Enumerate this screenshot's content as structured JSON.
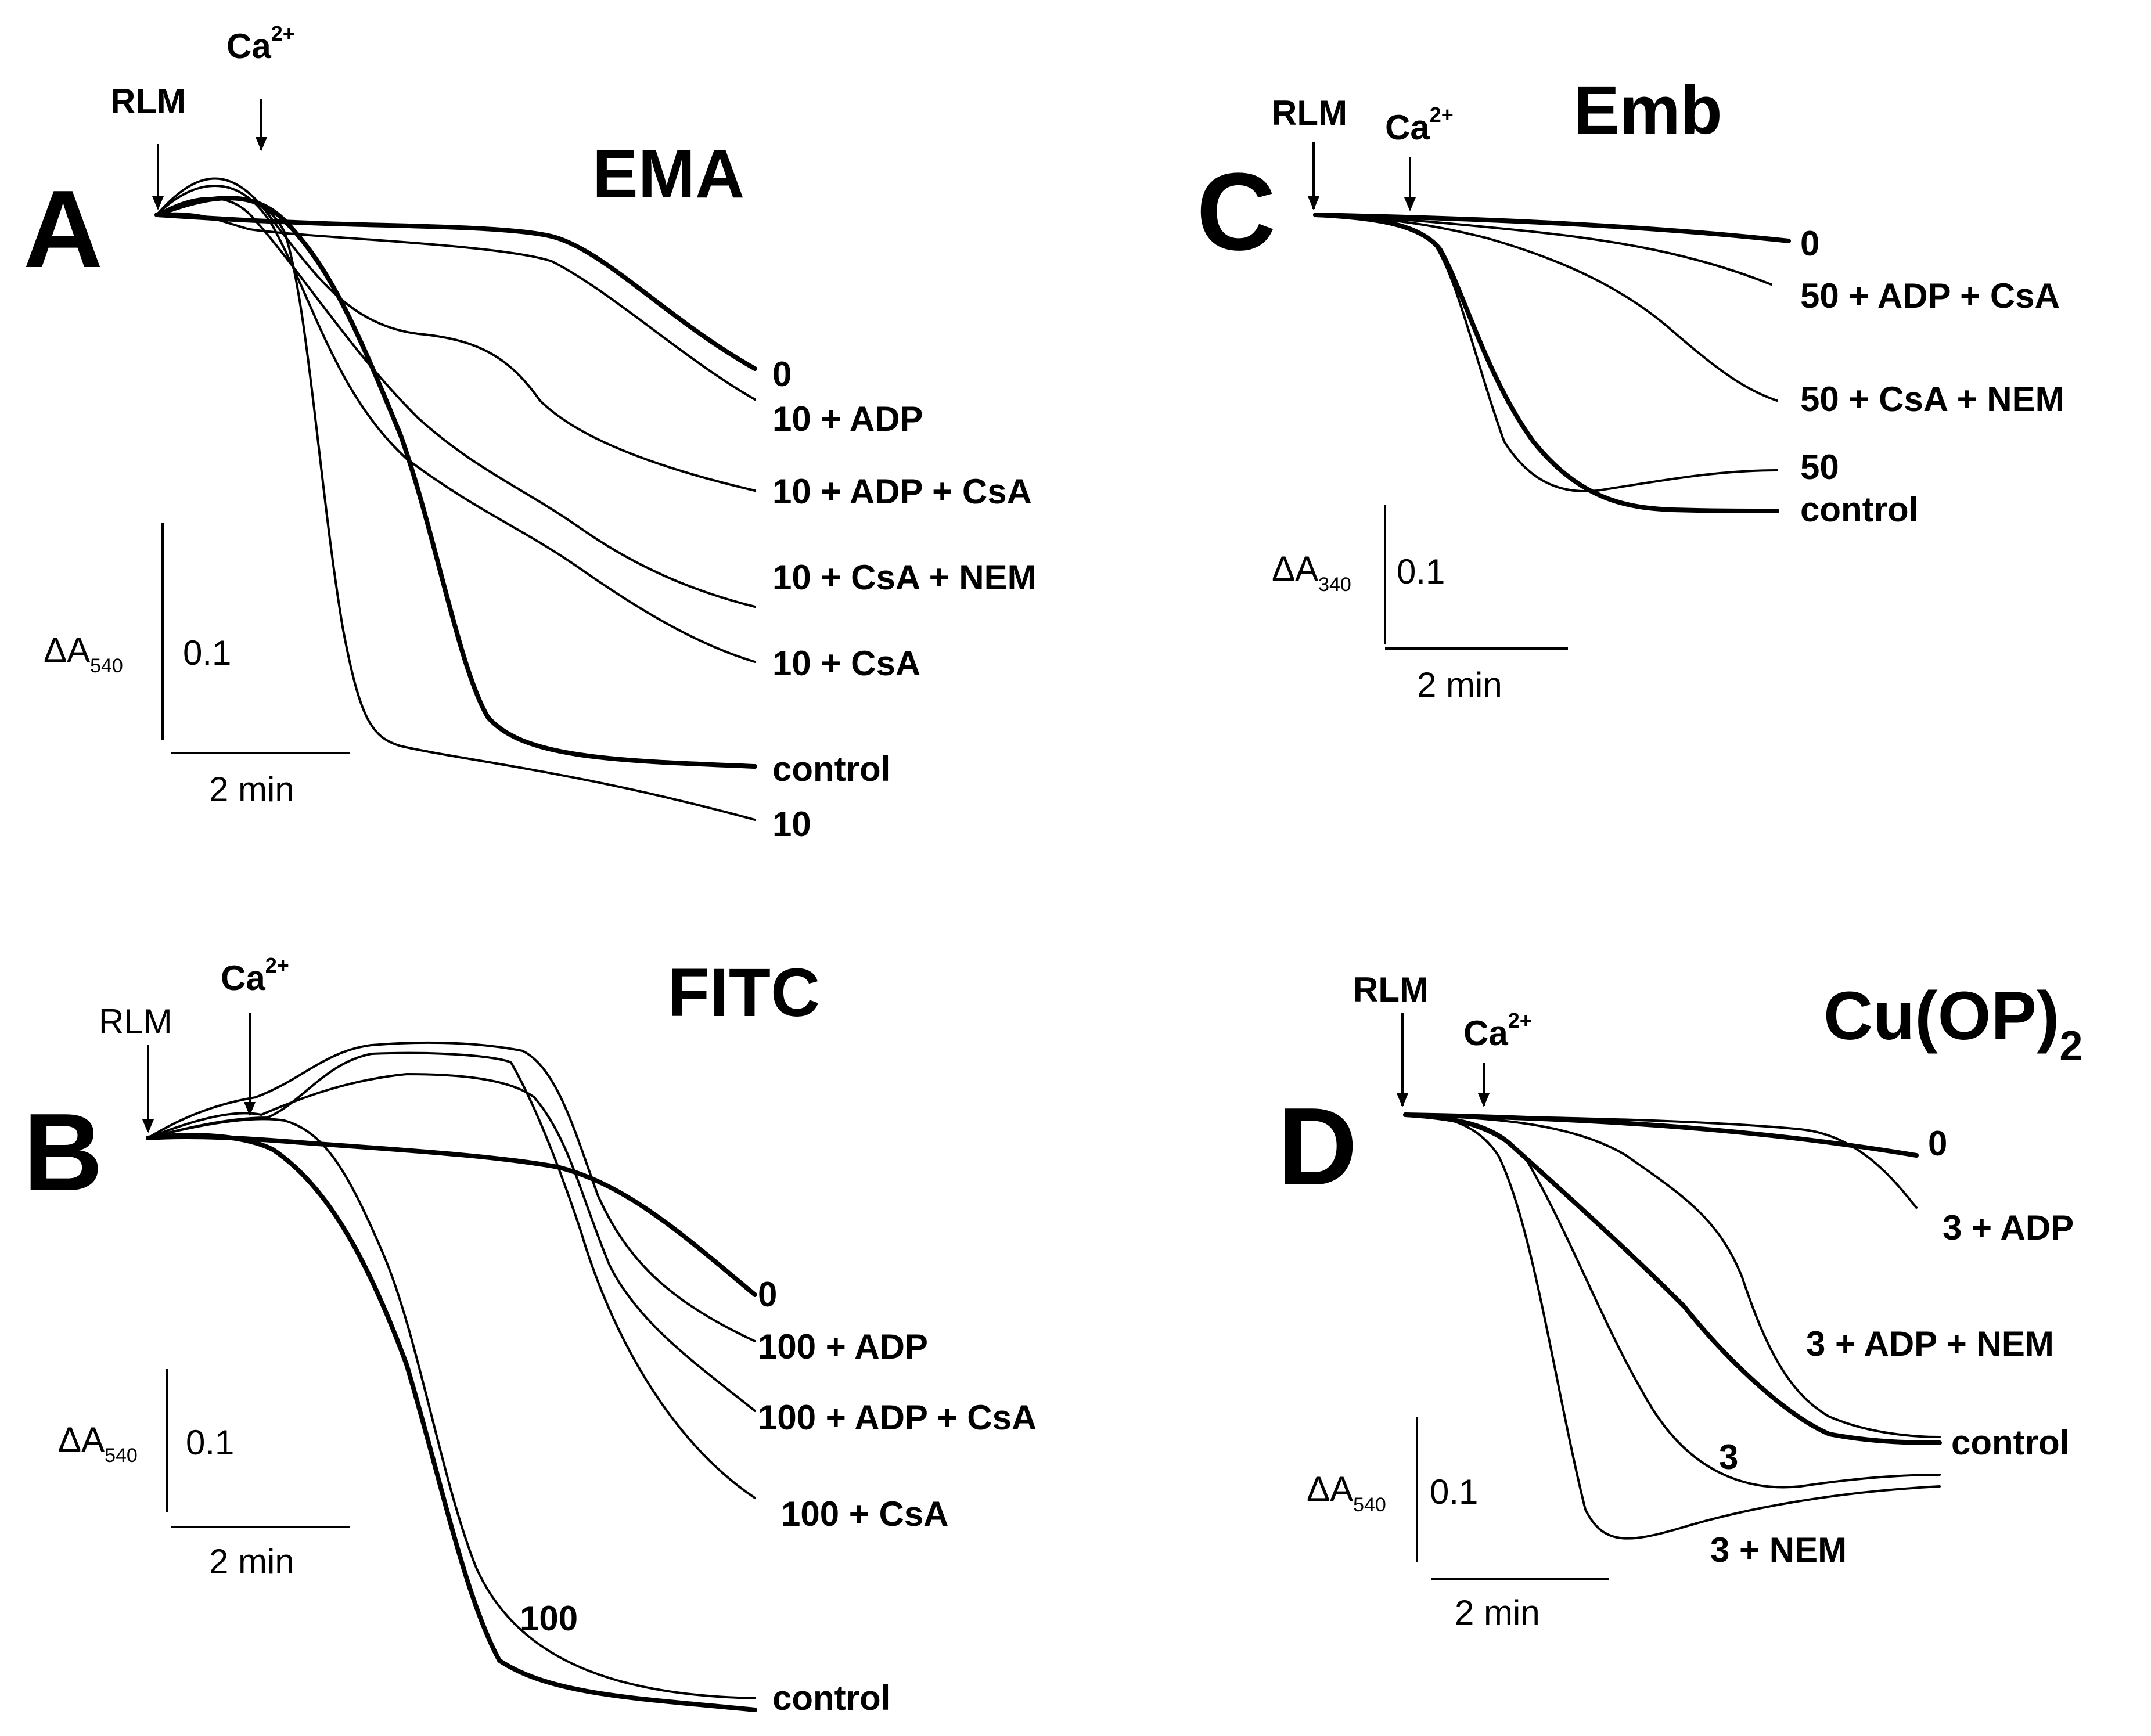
{
  "chart_data": [
    {
      "type": "line",
      "panel_letter": "A",
      "title": "EMA",
      "markers": [
        "RLM",
        "Ca",
        "2+"
      ],
      "scale_bar": {
        "y_label_main": "ΔA",
        "y_label_sub": "540",
        "y_value": "0.1",
        "x_label": "2 min"
      },
      "series": [
        {
          "name": "0",
          "thick": true
        },
        {
          "name": "10 + ADP",
          "thick": false
        },
        {
          "name": "10 + ADP + CsA",
          "thick": false
        },
        {
          "name": "10 + CsA + NEM",
          "thick": false
        },
        {
          "name": "10 + CsA",
          "thick": false
        },
        {
          "name": "control",
          "thick": true
        },
        {
          "name": "10",
          "thick": false
        }
      ]
    },
    {
      "type": "line",
      "panel_letter": "B",
      "title": "FITC",
      "markers": [
        "RLM",
        "Ca",
        "2+"
      ],
      "scale_bar": {
        "y_label_main": "ΔA",
        "y_label_sub": "540",
        "y_value": "0.1",
        "x_label": "2 min"
      },
      "series": [
        {
          "name": "0",
          "thick": true
        },
        {
          "name": "100 + ADP",
          "thick": false
        },
        {
          "name": "100 + ADP + CsA",
          "thick": false
        },
        {
          "name": "100 + CsA",
          "thick": false
        },
        {
          "name": "100",
          "thick": false
        },
        {
          "name": "control",
          "thick": true
        }
      ]
    },
    {
      "type": "line",
      "panel_letter": "C",
      "title": "Emb",
      "markers": [
        "RLM",
        "Ca",
        "2+"
      ],
      "scale_bar": {
        "y_label_main": "ΔA",
        "y_label_sub": "340",
        "y_value": "0.1",
        "x_label": "2 min"
      },
      "series": [
        {
          "name": "0",
          "thick": true
        },
        {
          "name": "50 + ADP + CsA",
          "thick": false
        },
        {
          "name": "50 + CsA + NEM",
          "thick": false
        },
        {
          "name": "50",
          "thick": false
        },
        {
          "name": "control",
          "thick": true
        }
      ]
    },
    {
      "type": "line",
      "panel_letter": "D",
      "title_main": "Cu(OP)",
      "title_sub": "2",
      "markers": [
        "RLM",
        "Ca",
        "2+"
      ],
      "scale_bar": {
        "y_label_main": "ΔA",
        "y_label_sub": "540",
        "y_value": "0.1",
        "x_label": "2 min"
      },
      "series": [
        {
          "name": "0",
          "thick": true
        },
        {
          "name": "3 + ADP",
          "thick": false
        },
        {
          "name": "3 + ADP + NEM",
          "thick": false
        },
        {
          "name": "control",
          "thick": true
        },
        {
          "name": "3",
          "thick": false
        },
        {
          "name": "3 + NEM",
          "thick": false
        }
      ]
    }
  ]
}
